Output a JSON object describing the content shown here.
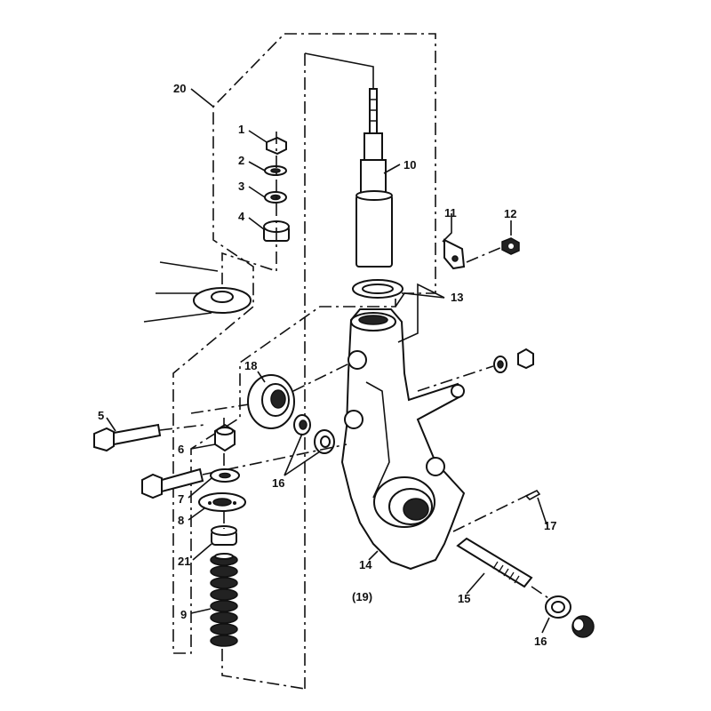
{
  "diagram": {
    "callouts": [
      {
        "id": "c20",
        "text": "20"
      },
      {
        "id": "c1",
        "text": "1"
      },
      {
        "id": "c2",
        "text": "2"
      },
      {
        "id": "c3",
        "text": "3"
      },
      {
        "id": "c4",
        "text": "4"
      },
      {
        "id": "c10",
        "text": "10"
      },
      {
        "id": "c11",
        "text": "11"
      },
      {
        "id": "c12",
        "text": "12"
      },
      {
        "id": "c13",
        "text": "13"
      },
      {
        "id": "c18",
        "text": "18"
      },
      {
        "id": "c5",
        "text": "5"
      },
      {
        "id": "c6",
        "text": "6"
      },
      {
        "id": "c16a",
        "text": "16"
      },
      {
        "id": "c7",
        "text": "7"
      },
      {
        "id": "c8",
        "text": "8"
      },
      {
        "id": "c21",
        "text": "21"
      },
      {
        "id": "c9",
        "text": "9"
      },
      {
        "id": "c14",
        "text": "14"
      },
      {
        "id": "c19",
        "text": "(19)"
      },
      {
        "id": "c15",
        "text": "15"
      },
      {
        "id": "c17",
        "text": "17"
      },
      {
        "id": "c16b",
        "text": "16"
      }
    ],
    "line_color": "#111111",
    "background_color": "#ffffff"
  }
}
